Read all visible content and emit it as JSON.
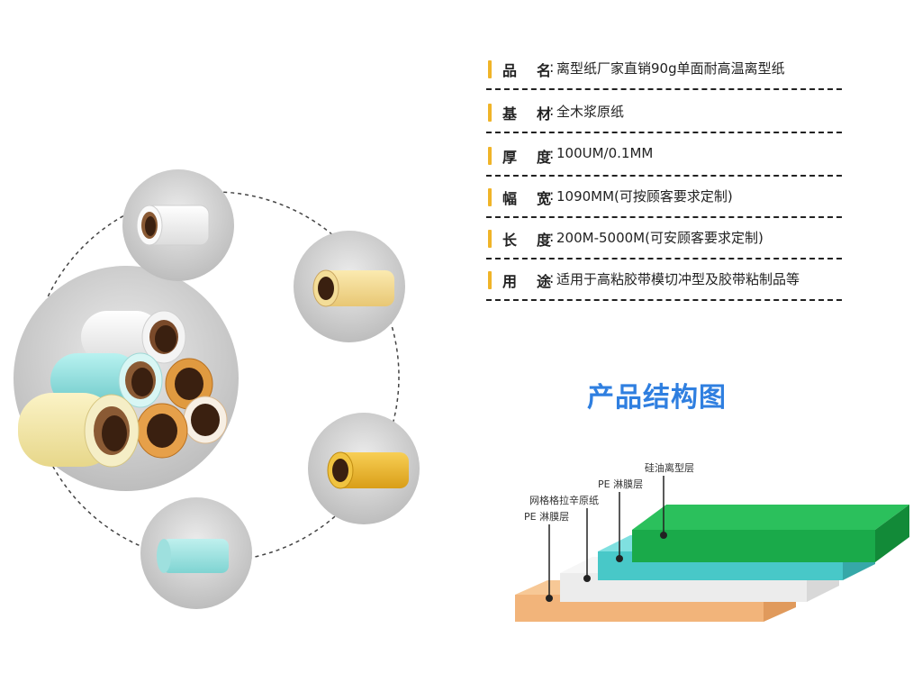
{
  "specs": [
    {
      "label": "品　名",
      "value": "离型纸厂家直销90g单面耐高温离型纸"
    },
    {
      "label": "基　材",
      "value": "全木浆原纸"
    },
    {
      "label": "厚　度",
      "value": "100UM/0.1MM"
    },
    {
      "label": "幅　宽",
      "value": " 1090MM(可按顾客要求定制)"
    },
    {
      "label": "长　度",
      "value": " 200M-5000M(可安顾客要求定制)"
    },
    {
      "label": "用　途",
      "value": " 适用于高粘胶带模切冲型及胶带粘制品等"
    }
  ],
  "structure": {
    "title": "产品结构图",
    "layers": {
      "silicone": "硅油离型层",
      "pe_top": "PE 淋膜层",
      "base_paper": "网格格拉辛原纸",
      "pe_bottom": "PE 淋膜层"
    }
  },
  "colors": {
    "accent_bar": "#f0b428",
    "title_blue": "#2f7fe0",
    "layer_green": "#1aaa4a",
    "layer_teal": "#48c8c8",
    "layer_white": "#ececec",
    "layer_orange": "#f2b47a"
  },
  "photos": {
    "icons": [
      "white-roll-icon",
      "cream-roll-icon",
      "yellow-roll-icon",
      "blue-roll-icon",
      "roll-group-icon"
    ]
  }
}
